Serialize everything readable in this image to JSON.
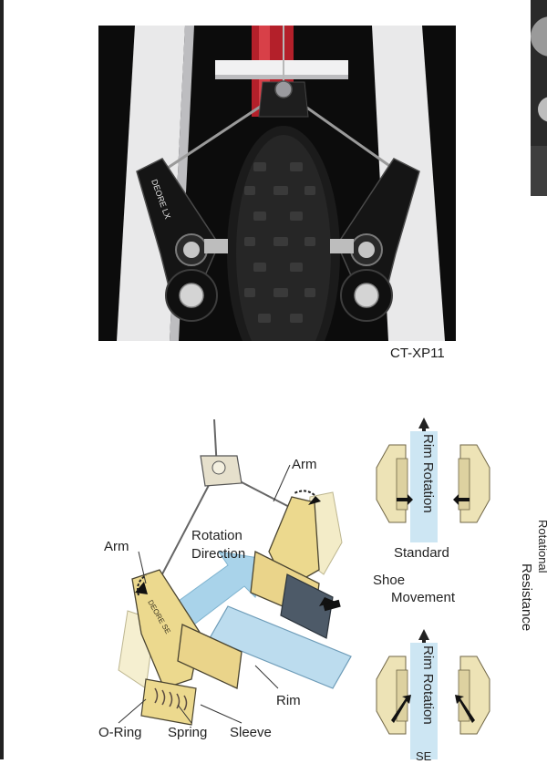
{
  "photo": {
    "caption": "CT-XP11",
    "arm_text": "DEORE LX"
  },
  "diagram": {
    "labels": {
      "arm_right": "Arm",
      "arm_left": "Arm",
      "rotation_direction_1": "Rotation",
      "rotation_direction_2": "Direction",
      "rim": "Rim",
      "o_ring": "O-Ring",
      "spring": "Spring",
      "sleeve": "Sleeve",
      "arm_text": "DEORE SE"
    }
  },
  "shoe_panel": {
    "rim_rotation_top": "Rim Rotation",
    "standard": "Standard",
    "shoe_movement_1": "Shoe",
    "shoe_movement_2": "Movement",
    "rim_rotation_bottom": "Rim Rotation",
    "bottom_partial": "SE"
  },
  "side_text": {
    "resistance": "Resistance",
    "rotational_partial": "Rotational"
  }
}
